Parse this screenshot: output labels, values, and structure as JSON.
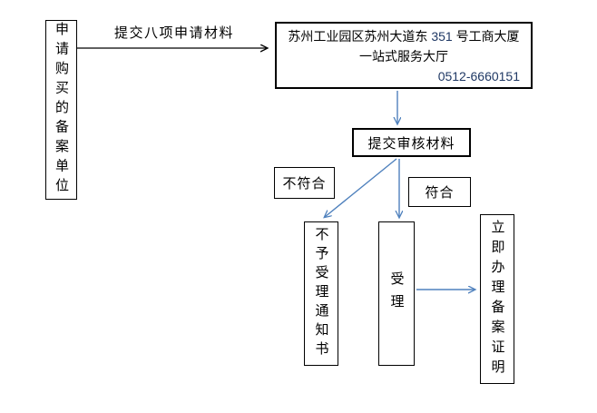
{
  "diagram": {
    "applicant_box": {
      "text": "申请购买的备案单位"
    },
    "submit_label": "提交八项申请材料",
    "office_box": {
      "line1_prefix": "苏州工业园区苏州大道东",
      "line1_number": "351",
      "line1_suffix": "号工商大厦",
      "line2": "一站式服务大厅",
      "phone": "0512-6660151"
    },
    "review_box": {
      "text": "提交审核材料"
    },
    "nomatch_label": "不符合",
    "match_label": "符合",
    "reject_box": {
      "text": "不予受理通知书"
    },
    "accept_box": {
      "text": "受理"
    },
    "cert_box": {
      "text": "立即办理备案证明"
    }
  },
  "colors": {
    "background": "#ffffff",
    "box_border": "#000000",
    "arrow_black": "#000000",
    "arrow_blue": "#4F81BD",
    "number_navy": "#1F3864"
  }
}
